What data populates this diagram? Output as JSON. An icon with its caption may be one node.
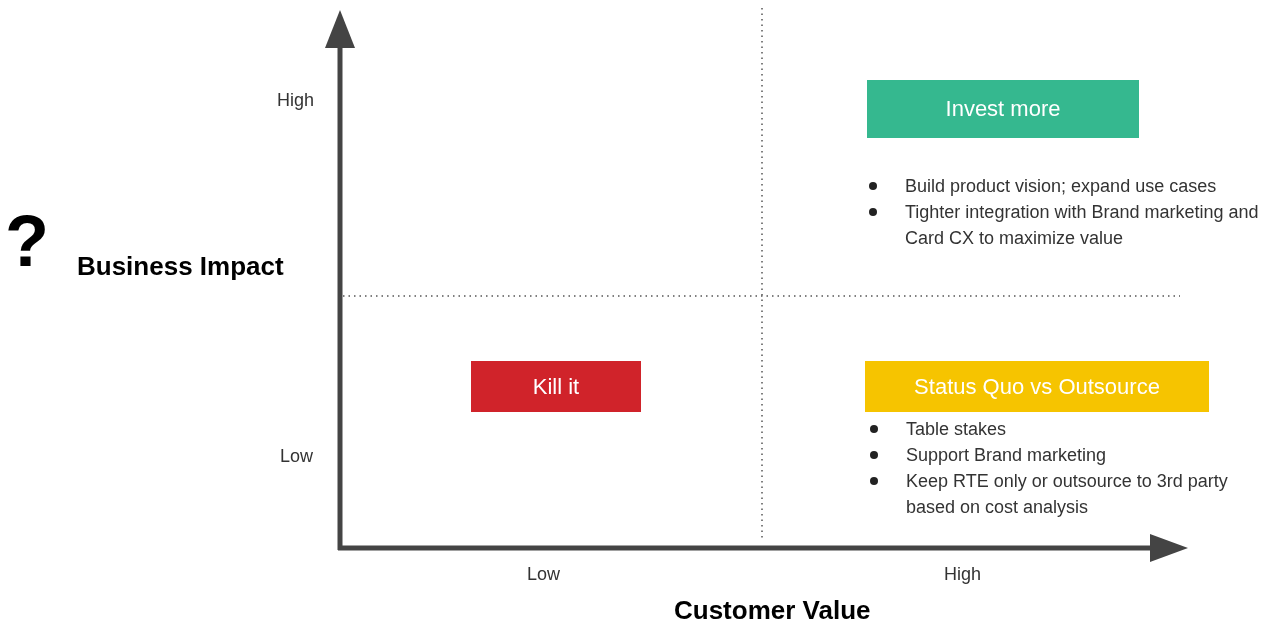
{
  "diagram": {
    "nodes": [
      {
        "text": [
          "Invest more"
        ]
      },
      {
        "text": [
          "Kill it"
        ]
      },
      {
        "text": [
          "Status Quo vs Outsource"
        ]
      }
    ],
    "labels": [
      "High",
      "?",
      "Business Impact",
      "Build product vision; expand use cases",
      "Tighter integration with Brand marketing and Card CX to maximize value",
      "Table stakes",
      "Support Brand marketing",
      "Keep RTE only or outsource to 3rd party based on cost analysis",
      "Low",
      "Low",
      "High",
      "Customer Value"
    ]
  }
}
